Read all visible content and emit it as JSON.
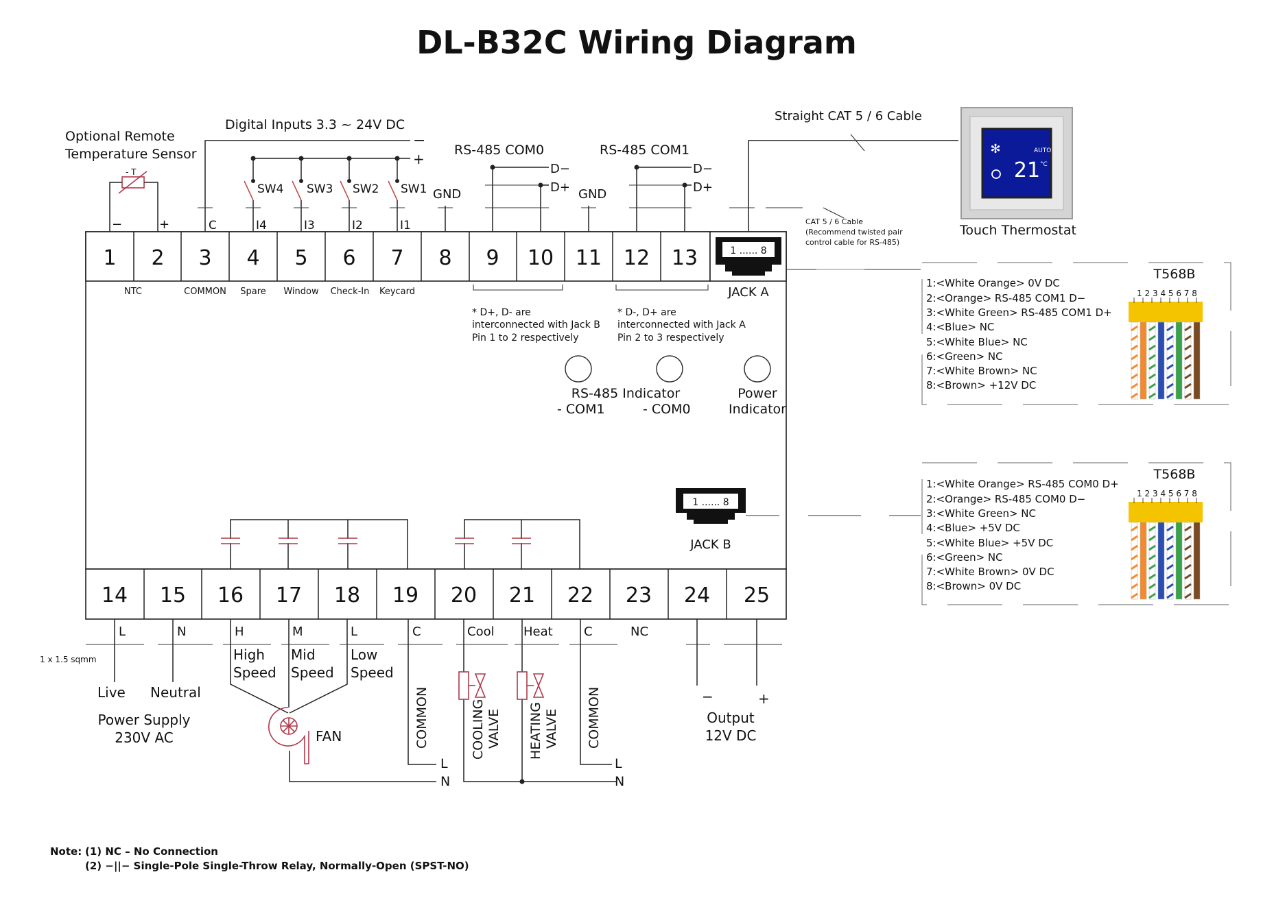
{
  "title": "DL-B32C Wiring Diagram",
  "sensor": {
    "line1": "Optional Remote",
    "line2": "Temperature Sensor",
    "t_label": "- T",
    "minus": "−",
    "plus": "+"
  },
  "digital_inputs": {
    "label": "Digital Inputs 3.3 ~ 24V DC",
    "minus": "−",
    "plus": "+",
    "switches": [
      "SW4",
      "SW3",
      "SW2",
      "SW1"
    ],
    "inputs": [
      "C",
      "I4",
      "I3",
      "I2",
      "I1"
    ]
  },
  "rs485_com0": {
    "label": "RS-485 COM0",
    "dminus": "D−",
    "dplus": "D+",
    "gnd": "GND"
  },
  "rs485_com1": {
    "label": "RS-485 COM1",
    "dminus": "D−",
    "dplus": "D+",
    "gnd": "GND"
  },
  "cable": {
    "label": "Straight CAT 5 / 6 Cable",
    "note1": "CAT 5 / 6 Cable",
    "note2": "(Recommend twisted pair",
    "note3": "control cable for RS-485)"
  },
  "thermostat": {
    "label": "Touch Thermostat",
    "temp": "21",
    "unit": "°C",
    "mode": "AUTO"
  },
  "top_terminals": [
    "1",
    "2",
    "3",
    "4",
    "5",
    "6",
    "7",
    "8",
    "9",
    "10",
    "11",
    "12",
    "13"
  ],
  "top_functions": [
    "NTC",
    "COMMON",
    "Spare",
    "Window",
    "Check-In",
    "Keycard"
  ],
  "jack_a": {
    "label": "JACK A",
    "pins": "1 ...... 8"
  },
  "jack_b": {
    "label": "JACK B",
    "pins": "1 ...... 8"
  },
  "notes_com0": [
    "*  D+, D-  are",
    "interconnected with Jack B",
    "Pin 1 to 2 respectively"
  ],
  "notes_com1": [
    "*  D-, D+  are",
    "interconnected with Jack A",
    "Pin 2 to 3 respectively"
  ],
  "indicators": {
    "rs485": "RS-485 Indicator",
    "com1": "- COM1",
    "com0": "- COM0",
    "power1": "Power",
    "power2": "Indicator"
  },
  "t568b_a": {
    "title": "T568B",
    "pin_numbers": "1 2 3 4 5 6 7 8",
    "rows": [
      "1:<White Orange> 0V  DC",
      "2:<Orange> RS-485 COM1 D−",
      "3:<White Green> RS-485 COM1 D+",
      "4:<Blue> NC",
      "5:<White Blue> NC",
      "6:<Green> NC",
      "7:<White Brown> NC",
      "8:<Brown> +12V  DC"
    ]
  },
  "t568b_b": {
    "title": "T568B",
    "pin_numbers": "1 2 3 4 5 6 7 8",
    "rows": [
      "1:<White Orange>  RS-485 COM0 D+",
      "2:<Orange> RS-485 COM0 D−",
      "3:<White Green> NC",
      "4:<Blue> +5V  DC",
      "5:<White Blue> +5V  DC",
      "6:<Green> NC",
      "7:<White Brown> 0V  DC",
      "8:<Brown>  0V  DC"
    ]
  },
  "wire_colors": [
    "#ffffff",
    "#f28a2e",
    "#ffffff",
    "#2b4eb3",
    "#ffffff",
    "#3aa34a",
    "#ffffff",
    "#7a4a22"
  ],
  "wire_stripes": [
    "#f28a2e",
    "#f28a2e",
    "#3aa34a",
    "#2b4eb3",
    "#2b4eb3",
    "#3aa34a",
    "#7a4a22",
    "#7a4a22"
  ],
  "connector_color": "#f5c400",
  "bottom_terminals": [
    "14",
    "15",
    "16",
    "17",
    "18",
    "19",
    "20",
    "21",
    "22",
    "23",
    "24",
    "25"
  ],
  "bottom_labels": [
    "L",
    "N",
    "H",
    "M",
    "L",
    "C",
    "Cool",
    "Heat",
    "C",
    "NC"
  ],
  "wire_size": "1 x 1.5 sqmm",
  "power": {
    "live": "Live",
    "neutral": "Neutral",
    "line1": "Power Supply",
    "line2": "230V AC"
  },
  "fan": {
    "high1": "High",
    "high2": "Speed",
    "mid1": "Mid",
    "mid2": "Speed",
    "low1": "Low",
    "low2": "Speed",
    "label": "FAN"
  },
  "valves": {
    "common1": "COMMON",
    "cooling1": "COOLING",
    "cooling2": "VALVE",
    "heating1": "HEATING",
    "heating2": "VALVE",
    "common2": "COMMON",
    "L": "L",
    "N": "N"
  },
  "output": {
    "minus": "−",
    "plus": "+",
    "line1": "Output",
    "line2": "12V DC"
  },
  "notes": {
    "prefix": "Note:",
    "n1": "(1)  NC – No Connection",
    "n2": "(2)  −||−  Single-Pole Single-Throw Relay, Normally-Open (SPST-NO)"
  }
}
